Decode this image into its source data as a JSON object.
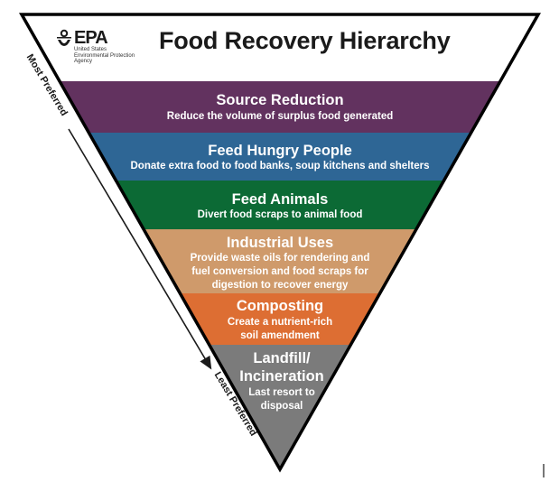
{
  "header": {
    "title": "Food Recovery Hierarchy",
    "logo": {
      "mark": "EPA",
      "agency_lines": [
        "United States",
        "Environmental Protection",
        "Agency"
      ]
    }
  },
  "axis": {
    "top_label": "Most Preferred",
    "bottom_label": "Least Preferred"
  },
  "tiers": [
    {
      "title": "Source Reduction",
      "lines": [
        "Reduce the volume of surplus food generated"
      ],
      "color": "#62325f"
    },
    {
      "title": "Feed Hungry People",
      "lines": [
        "Donate extra food to food banks, soup kitchens and shelters"
      ],
      "color": "#2e6695"
    },
    {
      "title": "Feed Animals",
      "lines": [
        "Divert food scraps to animal food"
      ],
      "color": "#0c6a35"
    },
    {
      "title": "Industrial Uses",
      "lines": [
        "Provide waste oils for rendering and",
        "fuel conversion and food scraps for",
        "digestion to recover energy"
      ],
      "color": "#cf9a6b"
    },
    {
      "title": "Composting",
      "lines": [
        "Create a nutrient-rich",
        "soil amendment"
      ],
      "color": "#dd6e33"
    },
    {
      "title_lines": [
        "Landfill/",
        "Incineration"
      ],
      "lines": [
        "Last resort to",
        "disposal"
      ],
      "color": "#7b7b7b"
    }
  ],
  "colors": {
    "outline": "#000000",
    "header_bg": "#ffffff"
  }
}
